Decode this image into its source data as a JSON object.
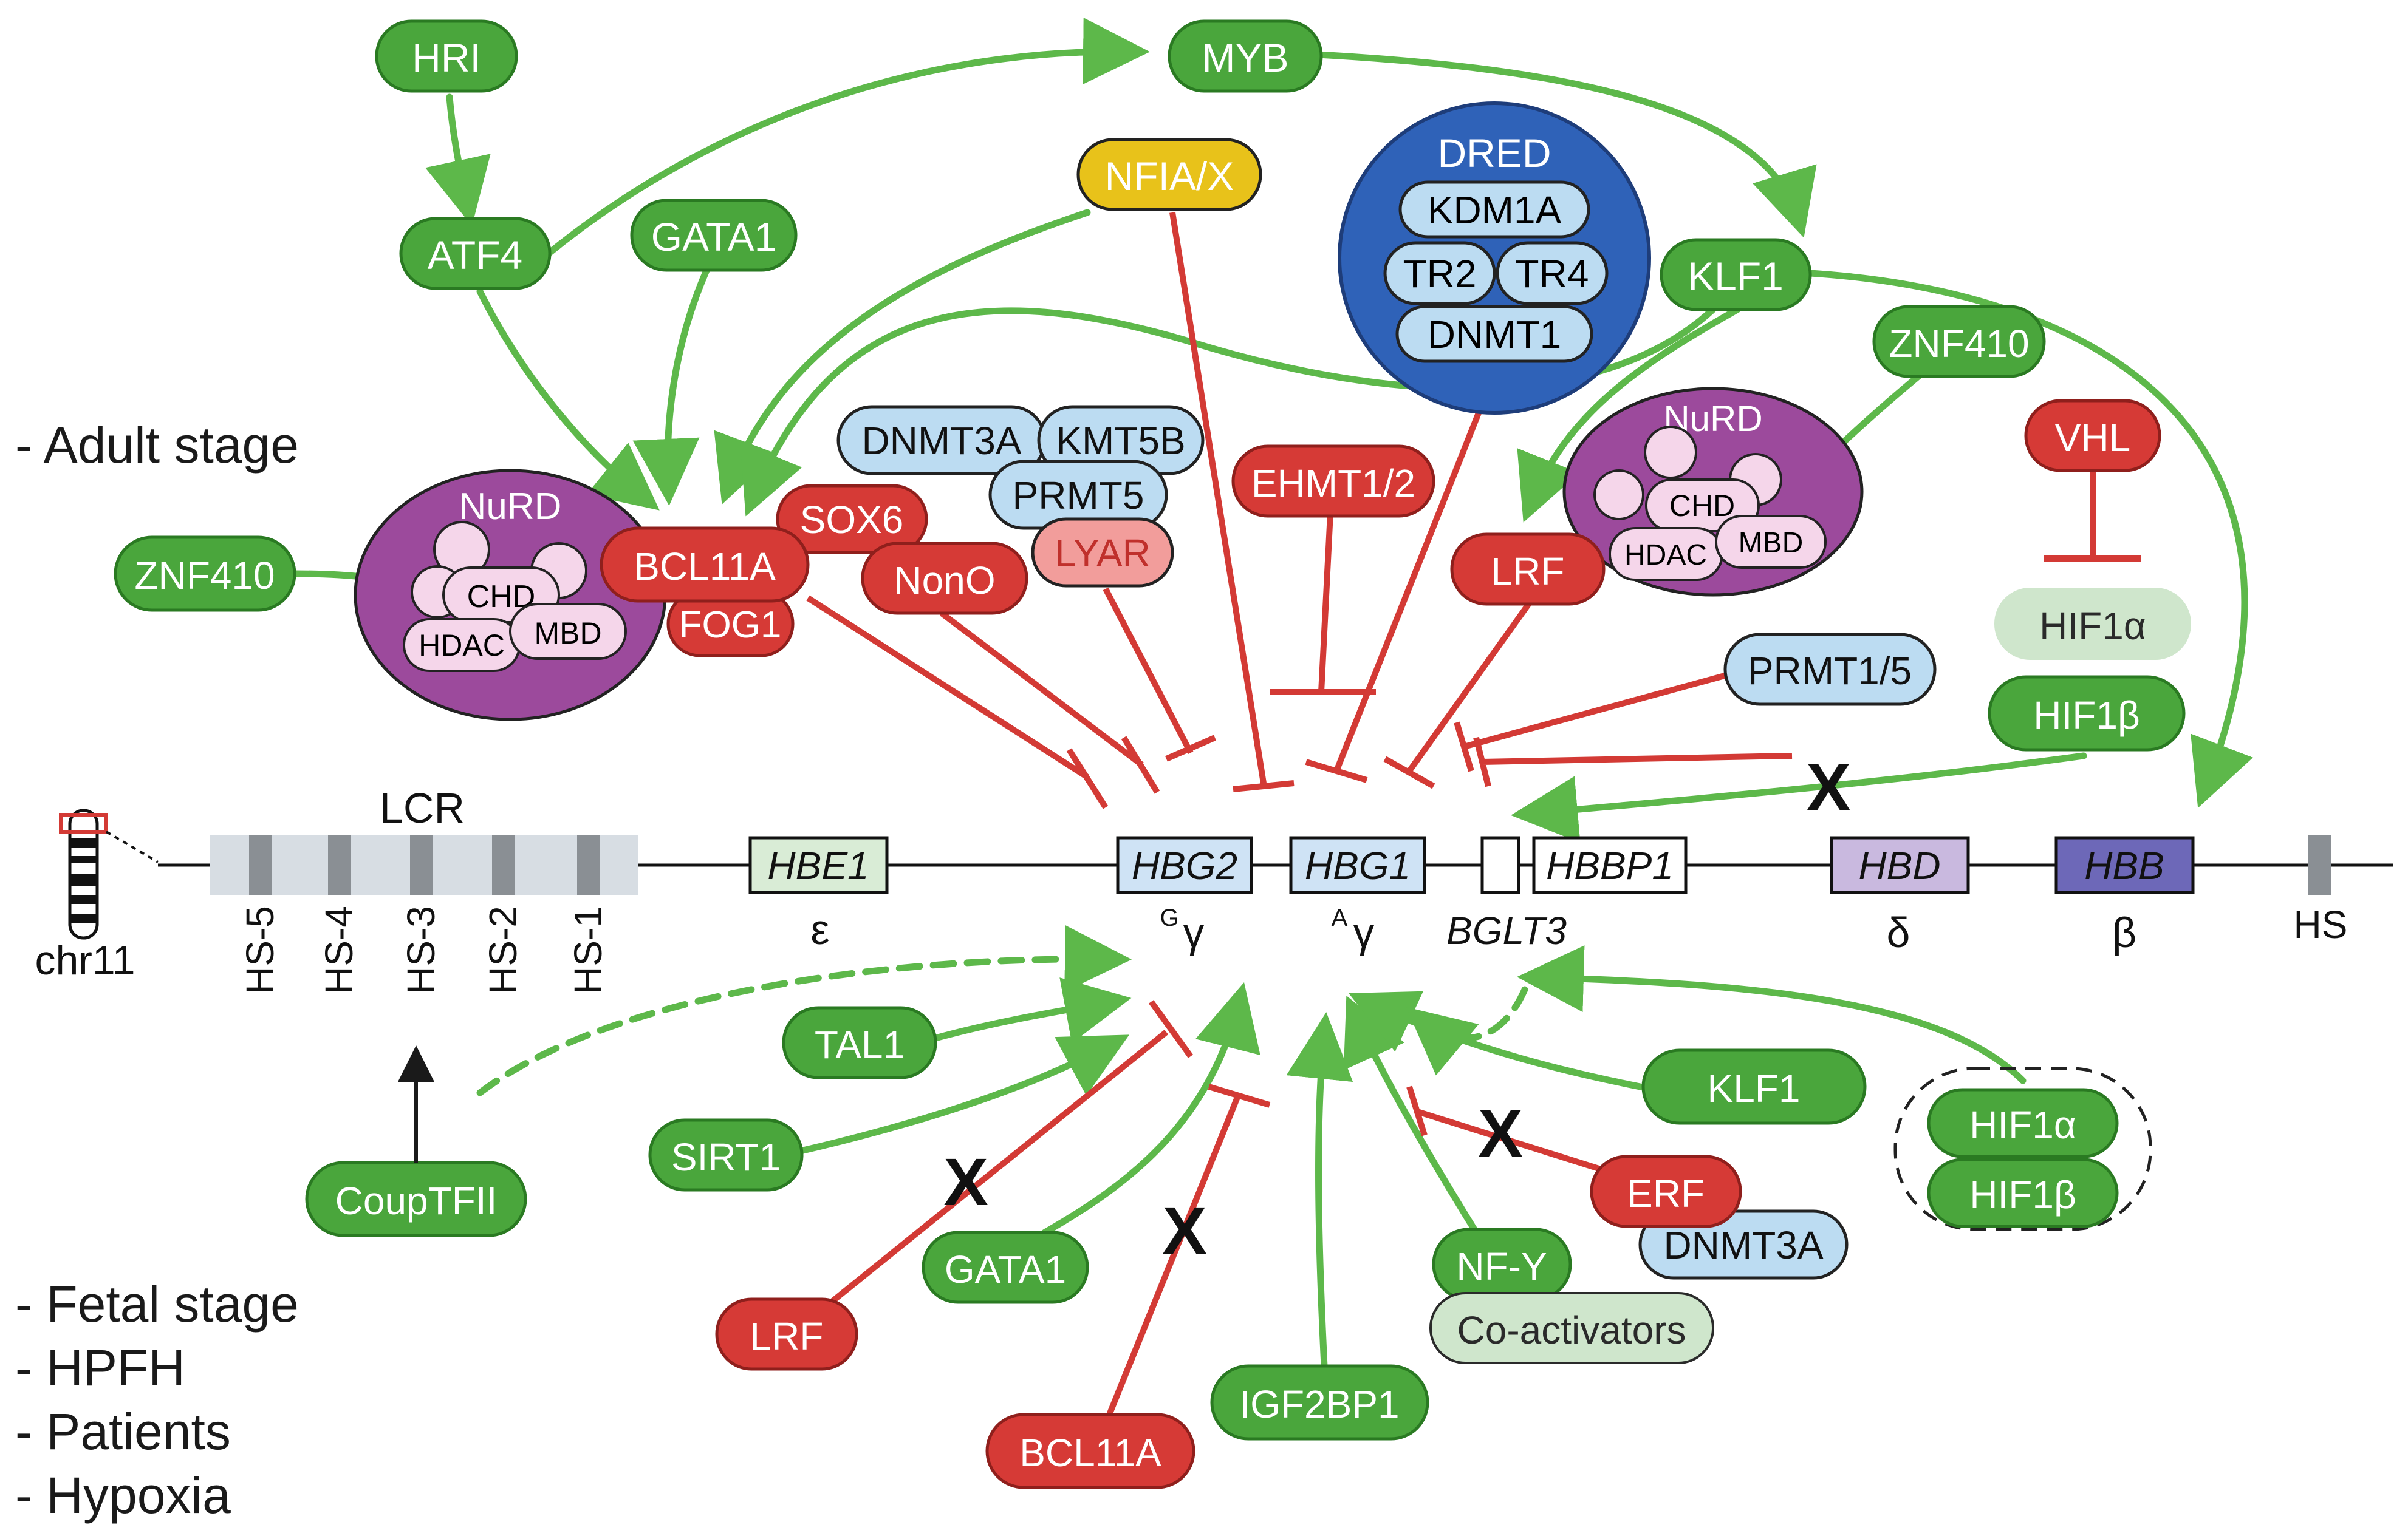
{
  "stage_labels": {
    "adult": "- Adult stage",
    "fetal": [
      "- Fetal stage",
      "- HPFH",
      "- Patients",
      "- Hypoxia"
    ]
  },
  "colors": {
    "activator": "#4aa63c",
    "activator_edge": "#2a7a22",
    "repressor": "#d63a36",
    "repressor_edge": "#8f1f1c",
    "enzyme": "#bcdcf2",
    "enzyme_edge": "#2a2a2a",
    "nfia": "#e8c21a",
    "lyar": "#f29d9b",
    "complex_purple": "#9c4a9c",
    "complex_subunit": "#f5d6ea",
    "dred_blue": "#2f62b8",
    "faded_green": "#cfe6cc",
    "arrow_green": "#5db84a",
    "inhibit_red": "#d33a35"
  },
  "nodes": {
    "hri": "HRI",
    "myb": "MYB",
    "atf4": "ATF4",
    "gata1_top": "GATA1",
    "nfiax": "NFIA/X",
    "klf1_top": "KLF1",
    "znf410_right": "ZNF410",
    "znf410_left": "ZNF410",
    "dnmt3a_top": "DNMT3A",
    "kmt5b": "KMT5B",
    "prmt5": "PRMT5",
    "lyar": "LYAR",
    "ehmt12": "EHMT1/2",
    "bcl11a_top": "BCL11A",
    "sox6": "SOX6",
    "nono": "NonO",
    "fog1": "FOG1",
    "lrf_top": "LRF",
    "vhl": "VHL",
    "hif1a_top": "HIF1α",
    "hif1b_top": "HIF1β",
    "prmt15": "PRMT1/5",
    "tal1": "TAL1",
    "sirt1": "SIRT1",
    "coupTFII": "CoupTFII",
    "lrf_bottom": "LRF",
    "gata1_bottom": "GATA1",
    "bcl11a_bottom": "BCL11A",
    "igf2bp1": "IGF2BP1",
    "nfy": "NF-Y",
    "coactivators": "Co-activators",
    "klf1_bottom": "KLF1",
    "erf": "ERF",
    "dnmt3a_bottom": "DNMT3A",
    "hif1a_bottom": "HIF1α",
    "hif1b_bottom": "HIF1β"
  },
  "dred": {
    "title": "DRED",
    "kdm1a": "KDM1A",
    "tr2": "TR2",
    "tr4": "TR4",
    "dnmt1": "DNMT1"
  },
  "nurd_left": {
    "title": "NuRD",
    "chd": "CHD",
    "hdac": "HDAC",
    "mbd": "MBD"
  },
  "nurd_right": {
    "title": "NuRD",
    "chd": "CHD",
    "hdac": "HDAC",
    "mbd": "MBD"
  },
  "locus": {
    "lcr": "LCR",
    "chr": "chr11",
    "hs_sites": [
      "HS-5",
      "HS-4",
      "HS-3",
      "HS-2",
      "HS-1"
    ],
    "genes": {
      "hbe1": "HBE1",
      "hbg2": "HBG2",
      "hbg1": "HBG1",
      "hbbp1": "HBBP1",
      "hbd": "HBD",
      "hbb": "HBB"
    },
    "greek": {
      "epsilon": "ε",
      "ggamma_sup": "G",
      "ggamma": "γ",
      "agamma_sup": "A",
      "agamma": "γ",
      "bglt3": "BGLT3",
      "delta": "δ",
      "beta": "β",
      "hs": "HS"
    }
  },
  "marks": {
    "x": "X"
  }
}
